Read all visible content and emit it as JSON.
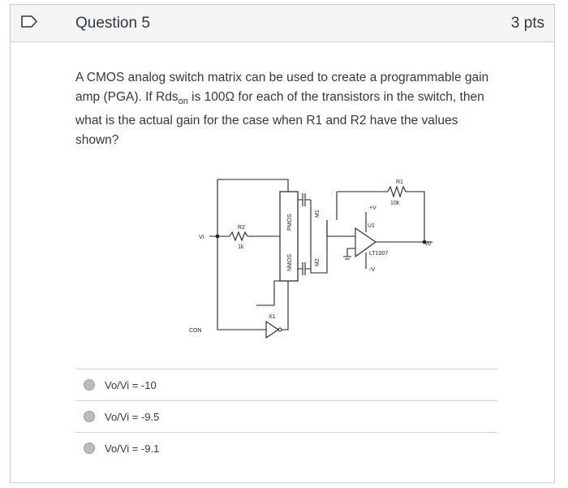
{
  "question": {
    "title": "Question 5",
    "points": "3 pts",
    "text_before_sub": "A CMOS analog switch matrix can be used to create a programmable gain amp (PGA). If Rds",
    "text_sub": "on",
    "text_after_sub": " is 100Ω for each of the transistors in the switch, then what is the actual gain for the case when R1 and R2 have the values shown?"
  },
  "circuit": {
    "r1_label": "R1",
    "r1_value": "10k",
    "r2_label": "R2",
    "r2_value": "1k",
    "vi_label": "Vi",
    "vo_label": "Vo",
    "u1_label": "U1",
    "opamp_label": "LT1007",
    "vplus_label": "+V",
    "vminus_label": "-V",
    "nmos_label": "NMOS",
    "pmos_label": "PMOS",
    "m1_label": "M1",
    "m2_label": "M2",
    "con_label": "CON",
    "x1_label": "X1"
  },
  "answers": [
    {
      "label": "Vo/Vi = -10"
    },
    {
      "label": "Vo/Vi = -9.5"
    },
    {
      "label": "Vo/Vi = -9.1"
    }
  ]
}
